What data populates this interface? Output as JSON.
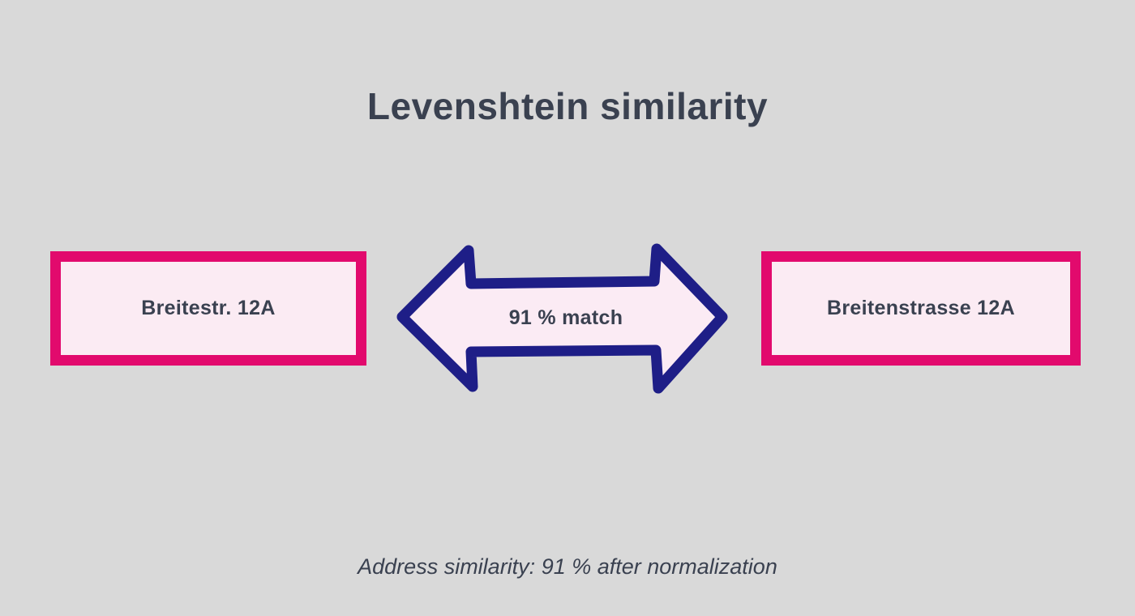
{
  "title": "Levenshtein similarity",
  "left_box": {
    "label": "Breitestr. 12A"
  },
  "right_box": {
    "label": "Breitenstrasse 12A"
  },
  "arrow": {
    "label": "91 % match"
  },
  "caption": "Address similarity: 91 % after normalization",
  "colors": {
    "background": "#d9d9d9",
    "text": "#3a4150",
    "box_border": "#e20a6d",
    "box_fill": "#fbebf3",
    "arrow_stroke": "#1e1e87",
    "arrow_fill": "#fbebf4"
  }
}
